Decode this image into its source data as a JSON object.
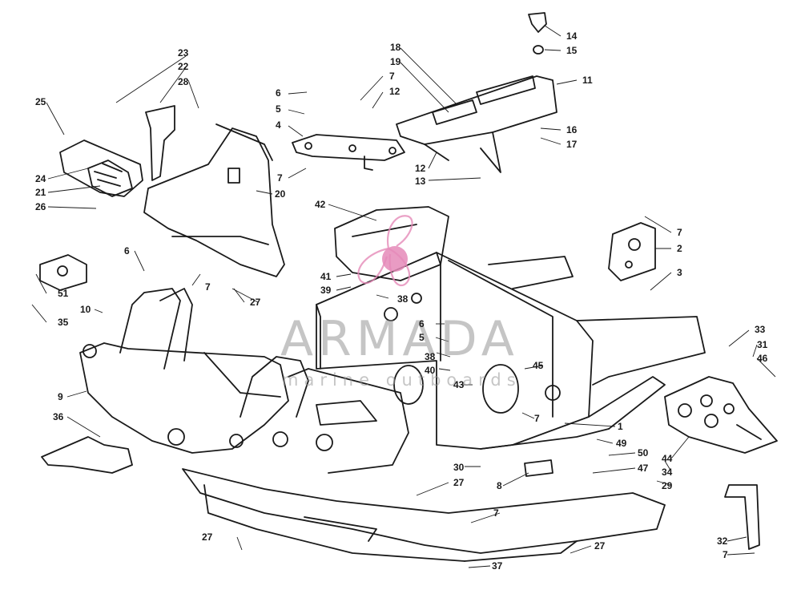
{
  "watermark": {
    "brand": "ARMADA",
    "tagline": "marine outboards",
    "accent_color": "#e58ab8",
    "icon": "propeller-logo-icon"
  },
  "callouts": [
    {
      "id": "c1",
      "label": "23"
    },
    {
      "id": "c2",
      "label": "22"
    },
    {
      "id": "c3",
      "label": "28"
    },
    {
      "id": "c4",
      "label": "25"
    },
    {
      "id": "c5",
      "label": "24"
    },
    {
      "id": "c6",
      "label": "21"
    },
    {
      "id": "c7",
      "label": "26"
    },
    {
      "id": "c8",
      "label": "20"
    },
    {
      "id": "c9",
      "label": "6"
    },
    {
      "id": "c10",
      "label": "5"
    },
    {
      "id": "c11",
      "label": "4"
    },
    {
      "id": "c12",
      "label": "7"
    },
    {
      "id": "c13",
      "label": "18"
    },
    {
      "id": "c14",
      "label": "19"
    },
    {
      "id": "c15",
      "label": "7"
    },
    {
      "id": "c16",
      "label": "12"
    },
    {
      "id": "c17",
      "label": "14"
    },
    {
      "id": "c18",
      "label": "15"
    },
    {
      "id": "c19",
      "label": "11"
    },
    {
      "id": "c20",
      "label": "16"
    },
    {
      "id": "c21",
      "label": "17"
    },
    {
      "id": "c22",
      "label": "12"
    },
    {
      "id": "c23",
      "label": "13"
    },
    {
      "id": "c24",
      "label": "42"
    },
    {
      "id": "c25",
      "label": "41"
    },
    {
      "id": "c26",
      "label": "39"
    },
    {
      "id": "c27",
      "label": "7"
    },
    {
      "id": "c28",
      "label": "2"
    },
    {
      "id": "c29",
      "label": "3"
    },
    {
      "id": "c30",
      "label": "51"
    },
    {
      "id": "c31",
      "label": "35"
    },
    {
      "id": "c32",
      "label": "10"
    },
    {
      "id": "c33",
      "label": "6"
    },
    {
      "id": "c34",
      "label": "7"
    },
    {
      "id": "c35",
      "label": "27"
    },
    {
      "id": "c36",
      "label": "9"
    },
    {
      "id": "c37",
      "label": "36"
    },
    {
      "id": "c38",
      "label": "38"
    },
    {
      "id": "c39",
      "label": "6"
    },
    {
      "id": "c40",
      "label": "5"
    },
    {
      "id": "c41",
      "label": "38"
    },
    {
      "id": "c42",
      "label": "40"
    },
    {
      "id": "c43",
      "label": "43"
    },
    {
      "id": "c44",
      "label": "45"
    },
    {
      "id": "c45",
      "label": "7"
    },
    {
      "id": "c46",
      "label": "33"
    },
    {
      "id": "c47",
      "label": "31"
    },
    {
      "id": "c48",
      "label": "46"
    },
    {
      "id": "c49",
      "label": "1"
    },
    {
      "id": "c50",
      "label": "49"
    },
    {
      "id": "c51",
      "label": "50"
    },
    {
      "id": "c52",
      "label": "47"
    },
    {
      "id": "c53",
      "label": "44"
    },
    {
      "id": "c54",
      "label": "34"
    },
    {
      "id": "c55",
      "label": "29"
    },
    {
      "id": "c56",
      "label": "30"
    },
    {
      "id": "c57",
      "label": "8"
    },
    {
      "id": "c58",
      "label": "27"
    },
    {
      "id": "c59",
      "label": "7"
    },
    {
      "id": "c60",
      "label": "27"
    },
    {
      "id": "c61",
      "label": "27"
    },
    {
      "id": "c62",
      "label": "37"
    },
    {
      "id": "c63",
      "label": "32"
    },
    {
      "id": "c64",
      "label": "7"
    }
  ]
}
